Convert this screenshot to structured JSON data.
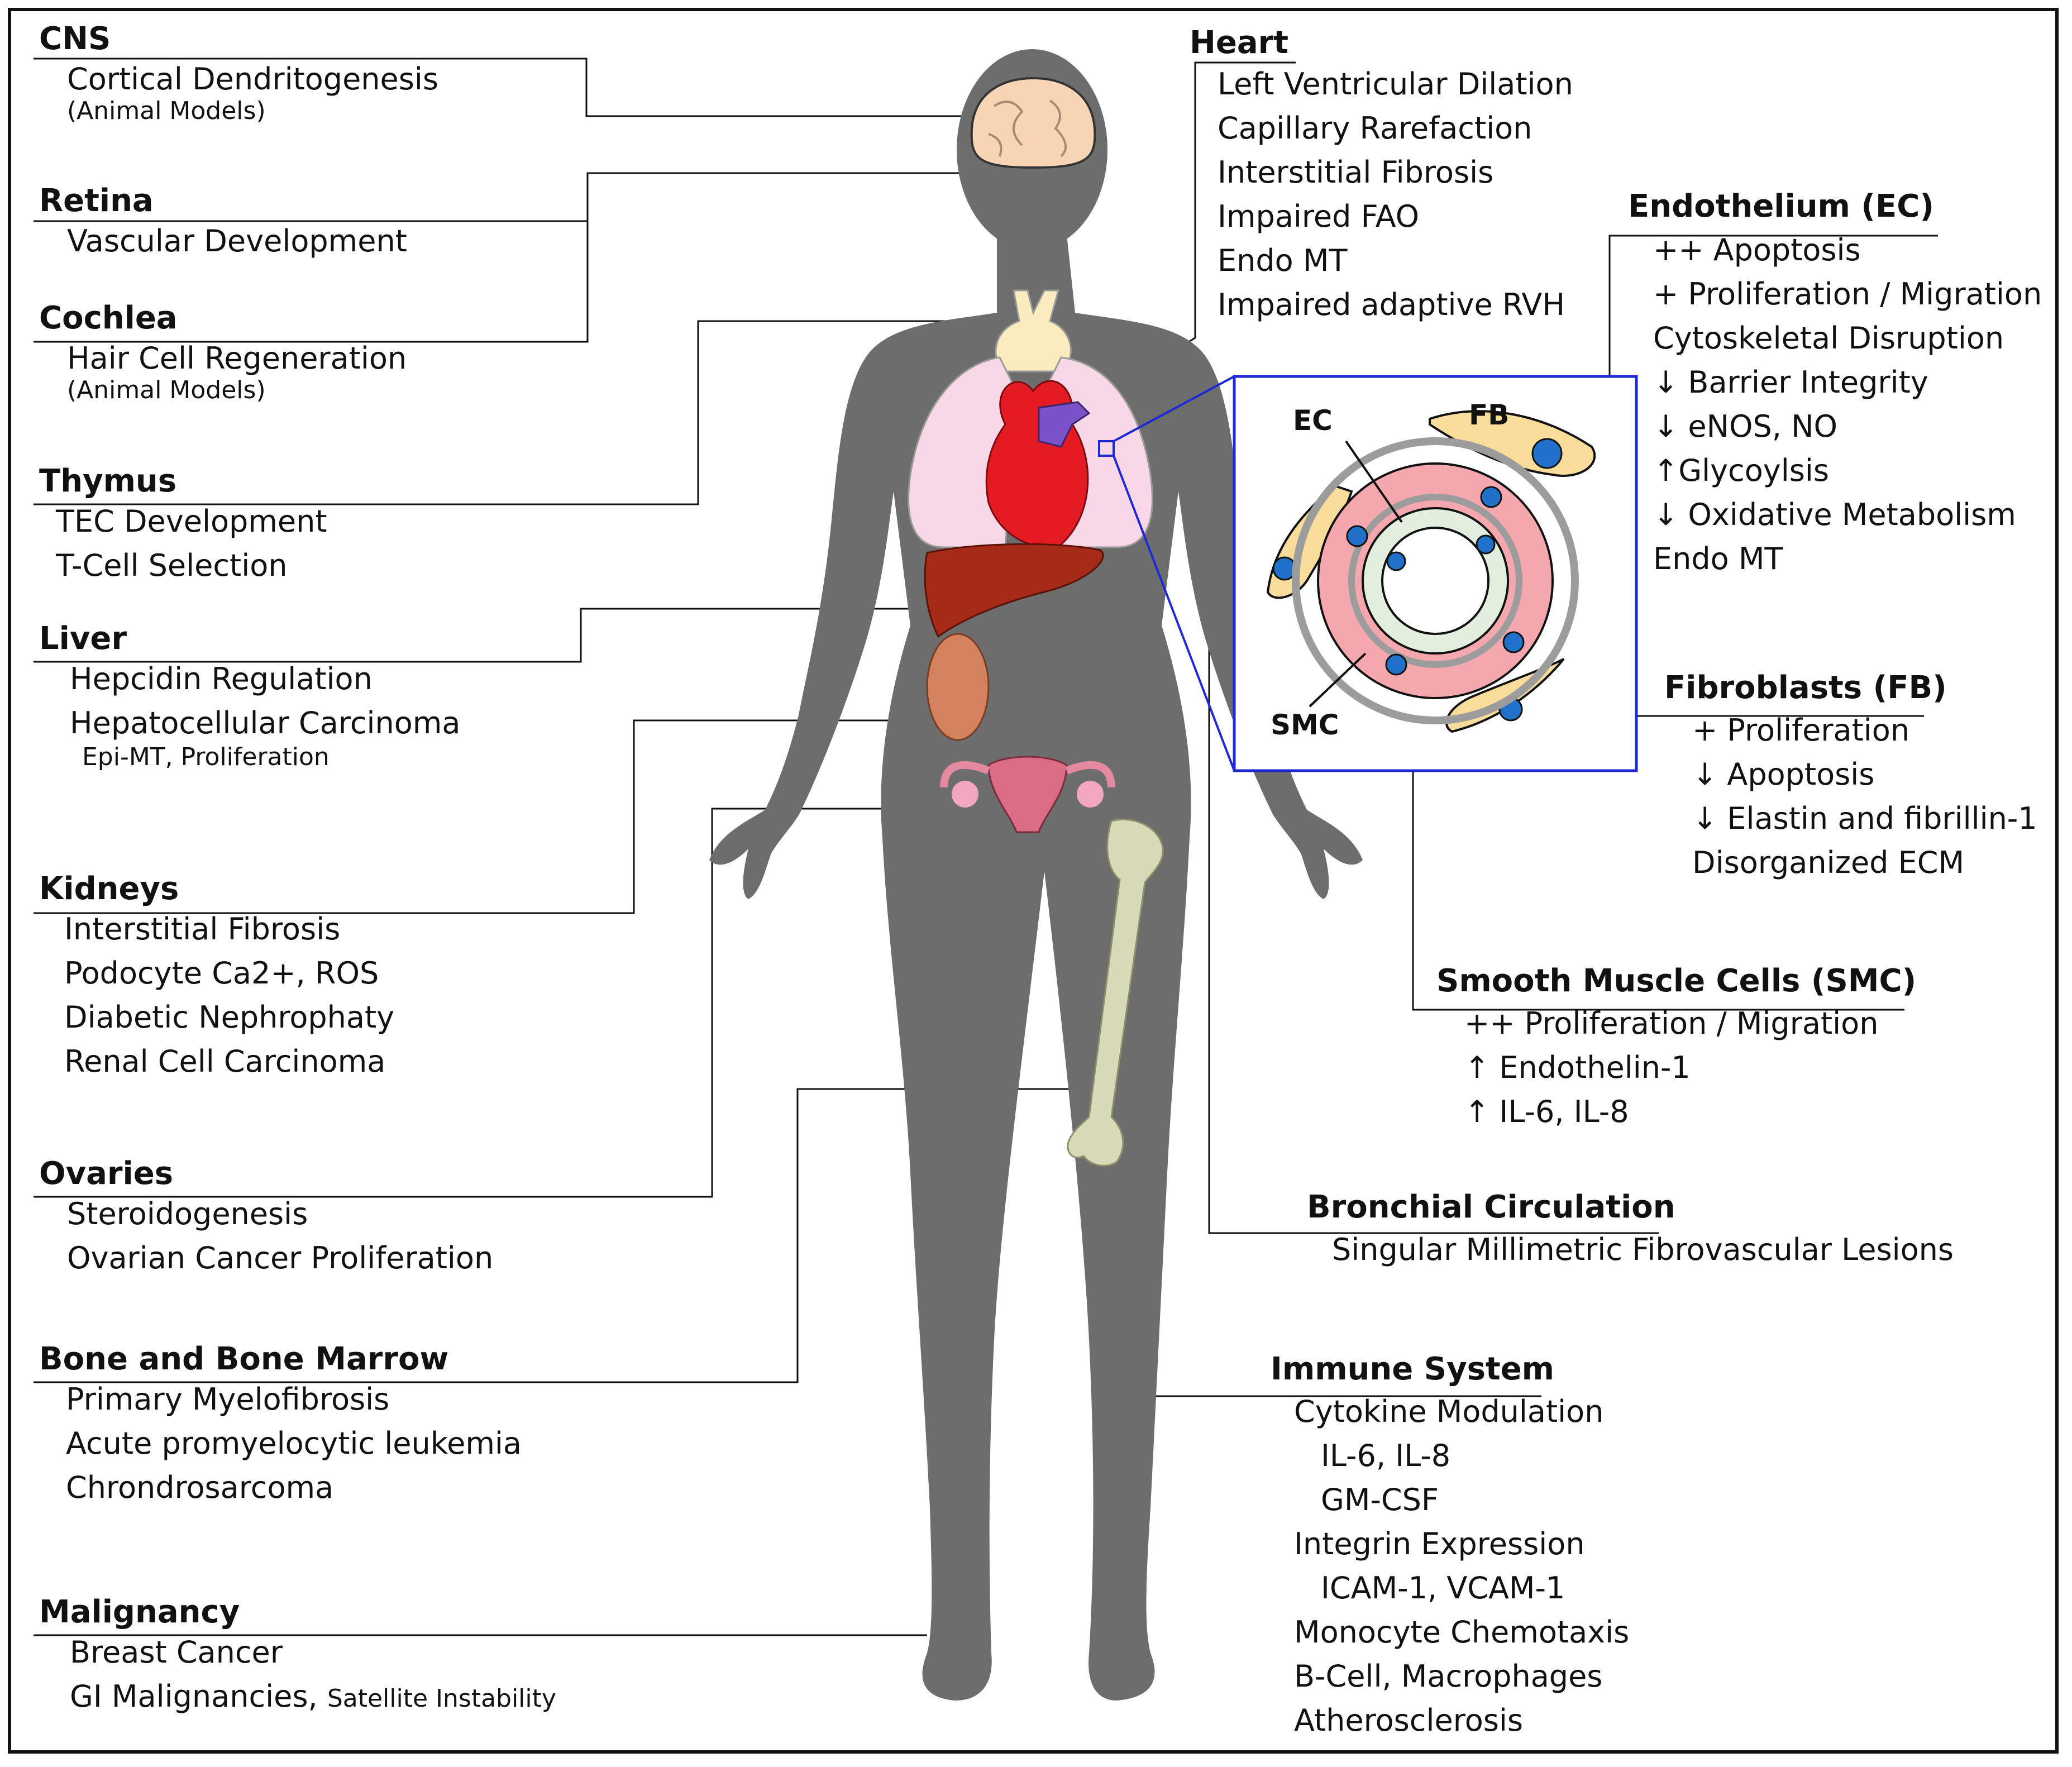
{
  "colors": {
    "body": "#6d6d6d",
    "lungs": "#f8d7e6",
    "heart": "#e41b23",
    "pulmonary_artery": "#7b52c8",
    "liver": "#a52a18",
    "bone": "#d7dbb6",
    "brain": "#f6d4b4",
    "thymus": "#fbedbf",
    "smc_layer": "#f4a7ad",
    "ec_layer": "#e2efdf",
    "fibroblast": "#f7dc9a",
    "nucleus": "#1f72c8",
    "inset_border": "#1e29d6"
  },
  "left": {
    "cns": {
      "title": "CNS",
      "items": [
        "Cortical Dendritogenesis"
      ],
      "note": "(Animal Models)"
    },
    "retina": {
      "title": "Retina",
      "items": [
        "Vascular Development"
      ]
    },
    "cochlea": {
      "title": "Cochlea",
      "items": [
        "Hair Cell Regeneration"
      ],
      "note": "(Animal Models)"
    },
    "thymus": {
      "title": "Thymus",
      "items": [
        "TEC Development",
        "T-Cell Selection"
      ]
    },
    "liver": {
      "title": "Liver",
      "items": [
        "Hepcidin Regulation",
        "Hepatocellular Carcinoma"
      ],
      "note": "Epi-MT, Proliferation"
    },
    "kidneys": {
      "title": "Kidneys",
      "items": [
        "Interstitial Fibrosis",
        "Podocyte Ca2+, ROS",
        "Diabetic Nephrophaty",
        "Renal Cell Carcinoma"
      ]
    },
    "ovaries": {
      "title": "Ovaries",
      "items": [
        "Steroidogenesis",
        "Ovarian Cancer Proliferation"
      ]
    },
    "bone": {
      "title": "Bone and Bone Marrow",
      "items": [
        "Primary Myelofibrosis",
        "Acute promyelocytic leukemia",
        "Chrondrosarcoma"
      ]
    },
    "malignancy": {
      "title": "Malignancy",
      "items": [
        "Breast Cancer",
        "GI Malignancies,"
      ],
      "note": "Satellite Instability"
    }
  },
  "right": {
    "heart": {
      "title": "Heart",
      "items": [
        "Left Ventricular Dilation",
        "Capillary Rarefaction",
        "Interstitial Fibrosis",
        "Impaired FAO",
        "Endo MT",
        "Impaired adaptive RVH"
      ]
    },
    "endothelium": {
      "title": "Endothelium (EC)",
      "items": [
        "++ Apoptosis",
        "+ Proliferation / Migration",
        "Cytoskeletal Disruption",
        "↓ Barrier Integrity",
        "↓ eNOS, NO",
        "↑Glycoylsis",
        "↓ Oxidative Metabolism",
        "Endo MT"
      ]
    },
    "fibroblasts": {
      "title": "Fibroblasts (FB)",
      "items": [
        "+ Proliferation",
        "↓ Apoptosis",
        "↓ Elastin and fibrillin-1",
        "Disorganized ECM"
      ]
    },
    "smc": {
      "title": "Smooth Muscle Cells (SMC)",
      "items": [
        "++ Proliferation / Migration",
        "↑ Endothelin-1",
        "↑ IL-6, IL-8"
      ]
    },
    "bronchial": {
      "title": "Bronchial Circulation",
      "items": [
        "Singular Millimetric Fibrovascular Lesions"
      ]
    },
    "immune": {
      "title": "Immune System",
      "items": [
        "Cytokine Modulation",
        "IL-6, IL-8",
        "GM-CSF",
        "Integrin Expression",
        "ICAM-1, VCAM-1",
        "Monocyte Chemotaxis",
        "B-Cell, Macrophages",
        "Atherosclerosis"
      ]
    }
  },
  "inset": {
    "ec_label": "EC",
    "fb_label": "FB",
    "smc_label": "SMC"
  }
}
